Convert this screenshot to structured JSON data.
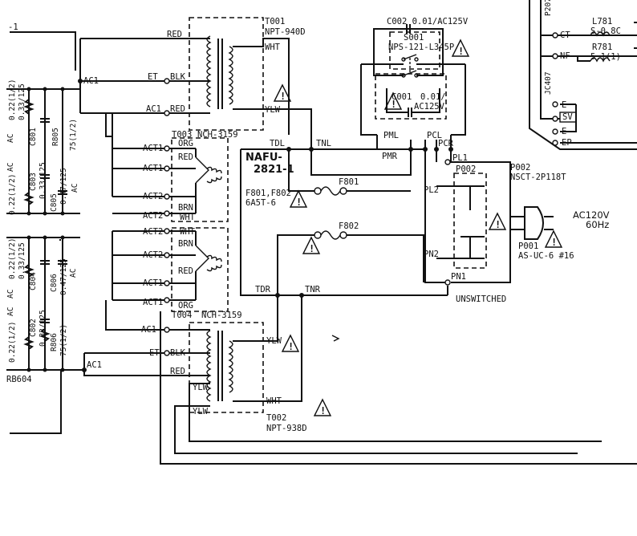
{
  "schematic": {
    "page_marks": {
      "top_left": "-1",
      "bottom_left": "RB604"
    },
    "transformers": {
      "t001": {
        "ref": "T001",
        "part": "NPT-940D"
      },
      "t002": {
        "ref": "T002",
        "part": "NPT-938D"
      },
      "t003": {
        "ref": "T003",
        "part": "NCH-3159"
      },
      "t004": {
        "ref": "T004",
        "part": "NCH-3159"
      }
    },
    "switch": {
      "ref": "S001",
      "part": "NPS-121-L345P"
    },
    "capacitors": {
      "c002": "C002 0.01/AC125V",
      "c001_ref": "C001",
      "c001_val1": "0.01/",
      "c001_val2": "AC125V"
    },
    "fuse_block": {
      "ref": "NAFU-",
      "part": "2821-1"
    },
    "fuses": {
      "f801": "F801",
      "f802": "F802",
      "spec1": "F801,F802",
      "spec2": "6A5T-6"
    },
    "outlet": {
      "p002_ref": "P002",
      "p002_part": "NSCT-2P118T",
      "p001_ref": "P001",
      "p001_part": "AS-UC-6 #16",
      "voltage": "AC120V",
      "freq": "60Hz",
      "unswitched": "UNSWITCHED"
    },
    "labels": {
      "red": "RED",
      "wht": "WHT",
      "blk": "BLK",
      "ylw": "YLW",
      "org": "ORG",
      "brn": "BRN",
      "ac1": "AC1",
      "et": "ET",
      "act1": "ACT1",
      "act2": "ACT2",
      "tdl": "TDL",
      "tnl": "TNL",
      "tdr": "TDR",
      "tnr": "TNR",
      "pml": "PML",
      "pmr": "PMR",
      "pcl": "PCL",
      "pcr": "PCR",
      "pl1": "PL1",
      "pl2": "PL2",
      "pn1": "PN1",
      "pn2": "PN2"
    },
    "left_parts": {
      "ac": "AC",
      "c801": "C801",
      "c803": "C803",
      "c805": "C805",
      "c802": "C802",
      "c804": "C804",
      "c806": "C806",
      "r805": "R805",
      "r806": "R806",
      "v_022": "0.22(1/2)",
      "v_033": "0.33/125",
      "v_047": "0.47/125",
      "v_75": "75(1/2)"
    },
    "right_panel": {
      "p207": "P207",
      "jc407": "JC407",
      "l781": "L781",
      "l781_part": "S-0.8C",
      "r781": "R781",
      "r781_val": "5.1(1)",
      "ct": "CT",
      "nf": "NF",
      "e": "E",
      "sv": "SV",
      "ep": "EP"
    }
  }
}
